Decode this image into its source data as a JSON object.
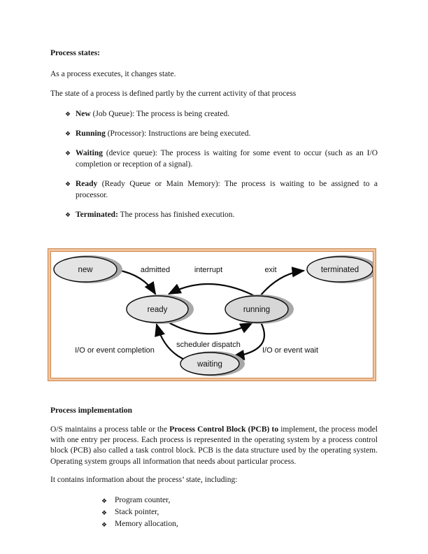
{
  "section_states": {
    "heading": "Process states:",
    "intro1": "As a process executes, it changes state.",
    "intro2": "The state of a process is defined partly by the current activity of that process",
    "bullet_glyph": "❖",
    "bullets": [
      {
        "term": "New",
        "text": "(Job Queue): The process is being created."
      },
      {
        "term": "Running",
        "text": "(Processor): Instructions are being executed."
      },
      {
        "term": "Waiting",
        "text": "(device queue): The process is waiting for some event to occur (such as an I/O completion or reception of a signal)."
      },
      {
        "term": "Ready",
        "text": "(Ready Queue or Main Memory): The process is waiting to be assigned to a processor."
      },
      {
        "term": "Terminated:",
        "text": "The process has finished execution."
      }
    ]
  },
  "diagram": {
    "states": {
      "new": "new",
      "ready": "ready",
      "running": "running",
      "waiting": "waiting",
      "terminated": "terminated"
    },
    "transitions": {
      "admitted": "admitted",
      "interrupt": "interrupt",
      "exit": "exit",
      "scheduler_dispatch": "scheduler dispatch",
      "io_completion": "I/O or event completion",
      "io_wait": "I/O or event wait"
    },
    "colors": {
      "frame_line": "#c9854f",
      "frame_band": "#f2c49d",
      "state_fill": "#e4e4e4",
      "running_fill": "#d7d7d7",
      "shadow": "#a8a8a8"
    }
  },
  "section_impl": {
    "heading": "Process implementation",
    "para_pre": "O/S maintains a process table or the ",
    "para_bold": "Process Control Block (PCB) to",
    "para_post": " implement, the process model with one entry per process. Each process is represented in the operating system by a process control block (PCB) also called a task control block. PCB is the data structure used by the operating system. Operating system groups all information that needs about particular process.",
    "para2": "It contains information about the process’ state, including:",
    "bullets": [
      "Program counter,",
      "Stack pointer,",
      "Memory allocation,"
    ]
  }
}
